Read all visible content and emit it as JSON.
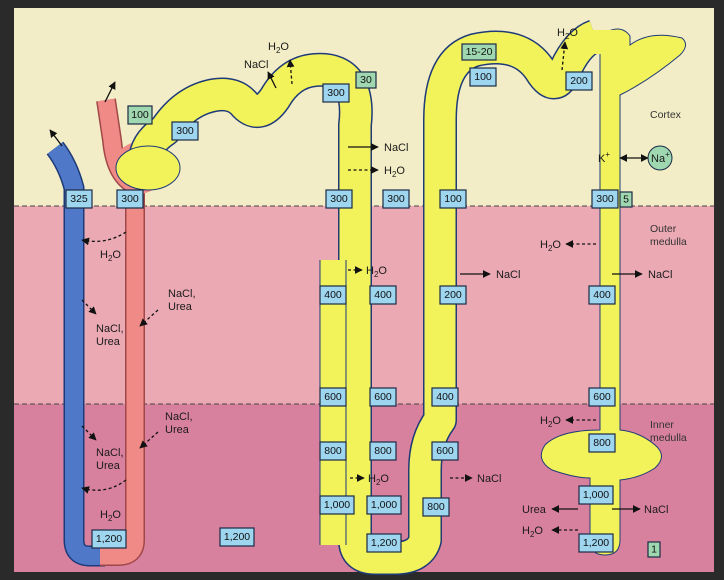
{
  "zones": {
    "cortex": "Cortex",
    "outer_medulla": "Outer\nmedulla",
    "inner_medulla": "Inner\nmedulla"
  },
  "ions": {
    "k_plus": "K",
    "k_sup": "+",
    "na_plus": "Na",
    "na_sup": "+"
  },
  "osmolality_boxes": [
    {
      "key": "b100a",
      "value": "100"
    },
    {
      "key": "b300a",
      "value": "300"
    },
    {
      "key": "b325",
      "value": "325"
    },
    {
      "key": "b300b",
      "value": "300"
    },
    {
      "key": "b1200a",
      "value": "1,200"
    },
    {
      "key": "b300c",
      "value": "300"
    },
    {
      "key": "b300d",
      "value": "300"
    },
    {
      "key": "b400a",
      "value": "400"
    },
    {
      "key": "b600a",
      "value": "600"
    },
    {
      "key": "b800a",
      "value": "800"
    },
    {
      "key": "b1000a",
      "value": "1,000"
    },
    {
      "key": "b300e",
      "value": "300"
    },
    {
      "key": "b400b",
      "value": "400"
    },
    {
      "key": "b600b",
      "value": "600"
    },
    {
      "key": "b800b",
      "value": "800"
    },
    {
      "key": "b1000b",
      "value": "1,000"
    },
    {
      "key": "b1200b",
      "value": "1,200"
    },
    {
      "key": "b1200c",
      "value": "1,200"
    },
    {
      "key": "b100b",
      "value": "100"
    },
    {
      "key": "b100c",
      "value": "100"
    },
    {
      "key": "b200a",
      "value": "200"
    },
    {
      "key": "b400c",
      "value": "400"
    },
    {
      "key": "b600c",
      "value": "600"
    },
    {
      "key": "b800c",
      "value": "800"
    },
    {
      "key": "b200b",
      "value": "200"
    },
    {
      "key": "b300f",
      "value": "300"
    },
    {
      "key": "b400d",
      "value": "400"
    },
    {
      "key": "b600d",
      "value": "600"
    },
    {
      "key": "b800d",
      "value": "800"
    },
    {
      "key": "b1000c",
      "value": "1,000"
    },
    {
      "key": "b1200d",
      "value": "1,200"
    }
  ],
  "flow_boxes": [
    {
      "key": "f30",
      "value": "30"
    },
    {
      "key": "f1520",
      "value": "15-20"
    },
    {
      "key": "f5",
      "value": "5"
    },
    {
      "key": "f1",
      "value": "1"
    }
  ],
  "labels": {
    "h2o": "H",
    "h2o_sub": "2",
    "h2o_end": "O",
    "nacl": "NaCl",
    "nacl_comma": "NaCl,",
    "urea": "Urea",
    "urea_plain": "Urea"
  },
  "colors": {
    "cortex_bg": "#f2edc6",
    "outer_bg": "#eba9b4",
    "inner_bg": "#d8819e",
    "tubule_yellow": "#f2f25a",
    "artery_red": "#f08a86",
    "vein_blue": "#4f78c8",
    "box_blue": "#9ed5ef",
    "box_green": "#9fd7b0"
  }
}
